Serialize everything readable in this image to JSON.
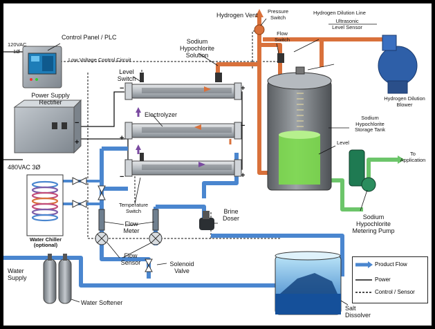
{
  "labels": {
    "control_panel": "Control Panel / PLC",
    "voltage_120": "120VAC",
    "phase_1": "1Ø",
    "low_voltage": "Low Voltage Control Circuit",
    "power_supply": "Power Supply Rectifier",
    "voltage_480": "480VAC 3Ø",
    "level_switch": "Level Switch",
    "electrolyzer": "Electrolyzer",
    "temperature_switch": "Temperature Switch",
    "water_chiller": "Water Chiller",
    "optional": "(optional)",
    "flow_meter": "Flow Meter",
    "flow_sensor": "Flow Sensor",
    "solenoid_valve": "Solenoid Valve",
    "brine_doser": "Brine Doser",
    "water_supply": "Water Supply",
    "water_softener": "Water Softener",
    "salt_dissolver": "Salt Dissolver",
    "hydrogen_vent": "Hydrogen Vent",
    "pressure_switch": "Pressure Switch",
    "flow_switch": "Flow Switch",
    "sodium_hypo_solution": "Sodium Hypochlorite Solution",
    "hydrogen_dilution_line": "Hydrogen Dilution Line",
    "ultrasonic_sensor": "Ultrasonic Level Sensor",
    "dilution_blower": "Hydrogen Dilution Blower",
    "storage_tank": "Sodium Hypochlorite Storage Tank",
    "level": "Level",
    "to_application": "To Application",
    "metering_pump": "Sodium Hypochlorite Metering Pump"
  },
  "legend": {
    "product_flow": "Product Flow",
    "power": "Power",
    "control_sensor": "Control / Sensor"
  },
  "colors": {
    "water_pipe": "#4a86cf",
    "hydrogen_pipe": "#d9713b",
    "product_pipe": "#6cc56a",
    "power_line": "#111111",
    "control_line": "#111111",
    "tank_liquid": "#7de04a",
    "panel_gray": "#9aa3ac"
  }
}
